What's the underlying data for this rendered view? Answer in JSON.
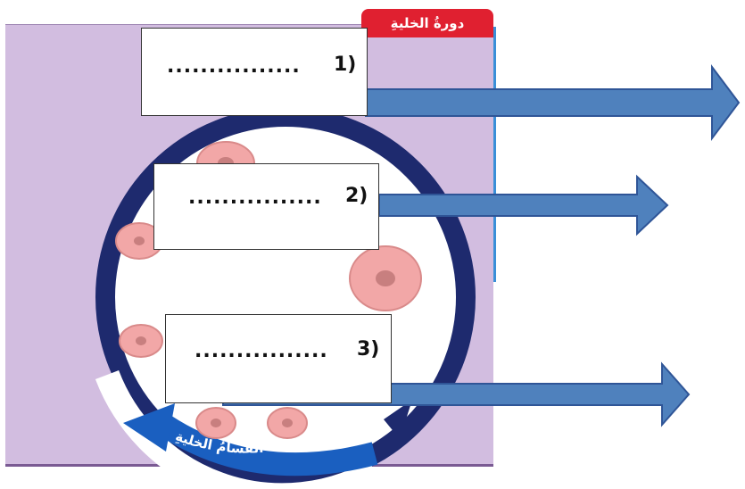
{
  "header": {
    "ribbon_text": "دورةُ الخليةِ"
  },
  "diagram": {
    "cycle_label": "انقسامُ الخليةِ",
    "boxes": [
      {
        "number": "1)",
        "blank": "................"
      },
      {
        "number": "2)",
        "blank": "................"
      },
      {
        "number": "3)",
        "blank": "................"
      }
    ],
    "colors": {
      "panel": "#d2bde0",
      "ring": "#1e2a6e",
      "ring_highlight": "#1a5fc0",
      "arrow": "#4f81bd",
      "arrow_stroke": "#2f5597",
      "cell_fill": "#f2a7a7",
      "nucleus": "#c87f7f",
      "ribbon": "#e02030"
    }
  }
}
